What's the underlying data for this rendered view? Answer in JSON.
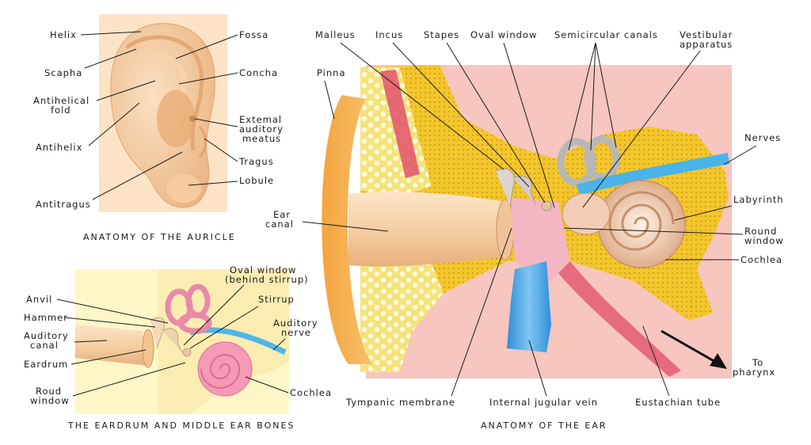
{
  "auricle": {
    "labels": {
      "helix": "Helix",
      "scapha": "Scapha",
      "antihelical_fold": [
        "Antihelical",
        "fold"
      ],
      "antihelix": "Antihelix",
      "antitragus": "Antitragus",
      "fossa": "Fossa",
      "concha": "Concha",
      "external_meatus": [
        "Extemal",
        "auditory",
        "meatus"
      ],
      "tragus": "Tragus",
      "lobule": "Lobule"
    },
    "caption": "ANATOMY OF THE AURICLE"
  },
  "middle_ear": {
    "labels": {
      "anvil": "Anvil",
      "hammer": "Hammer",
      "auditory_canal": [
        "Auditory",
        "canal"
      ],
      "eardrum": "Eardrum",
      "round_window": [
        "Roud",
        "window"
      ],
      "oval_window": [
        "Oval window",
        "(behind stirrup)"
      ],
      "stirrup": "Stirrup",
      "auditory_nerve": [
        "Auditory",
        "nerve"
      ],
      "cochlea": "Cochlea"
    },
    "caption": "THE EARDRUM AND MIDDLE EAR BONES"
  },
  "ear": {
    "labels": {
      "malleus": "Malleus",
      "incus": "Incus",
      "stapes": "Stapes",
      "oval_window": "Oval window",
      "semicircular_canals": "Semicircular canals",
      "vestibular_apparatus": [
        "Vestibular",
        "apparatus"
      ],
      "pinna": "Pinna",
      "ear_canal": [
        "Ear",
        "canal"
      ],
      "nerves": "Nerves",
      "labyrinth": "Labyrinth",
      "round_window": [
        "Round",
        "window"
      ],
      "cochlea": "Cochlea",
      "to_pharynx": [
        "To",
        "pharynx"
      ],
      "tympanic_membrane": "Tympanic membrane",
      "internal_jugular_vein": "Internal jugular vein",
      "eustachian_tube": "Eustachian tube"
    },
    "caption": "ANATOMY OF THE EAR"
  }
}
